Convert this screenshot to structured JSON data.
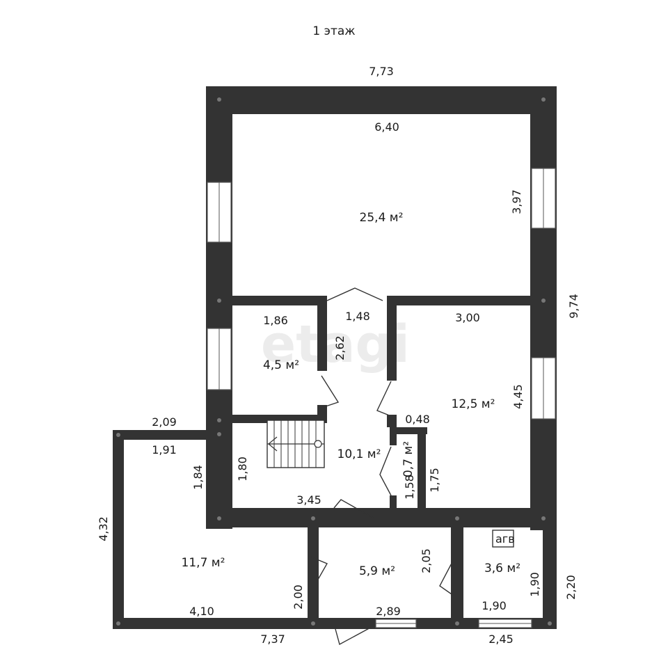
{
  "plan": {
    "title": "1 этаж",
    "watermark": "etagi",
    "boiler_label": "агв",
    "dimensions": {
      "top_outer": "7,73",
      "living_width": "6,40",
      "living_height": "3,97",
      "right_outer": "9,74",
      "small_room_width": "1,86",
      "corridor_width": "1,48",
      "corridor_height": "2,62",
      "bedroom_width": "3,00",
      "bedroom_height": "4,45",
      "closet_width": "0,48",
      "closet_height": "1,58",
      "closet_depth": "1,75",
      "stair_height": "1,80",
      "hall_width": "3,45",
      "left_room_top_outer": "2,09",
      "left_room_inner_top": "1,91",
      "left_room_side": "1,84",
      "left_outer": "4,32",
      "left_room_bottom": "4,10",
      "bottom_outer": "7,37",
      "vestibule_side": "2,00",
      "vestibule_width": "2,89",
      "vestibule_height": "2,05",
      "boiler_width": "1,90",
      "boiler_height": "1,90",
      "boiler_outer_width": "2,45",
      "boiler_outer_height": "2,20"
    },
    "areas": {
      "living": "25,4 м²",
      "small_room": "4,5 м²",
      "bedroom": "12,5 м²",
      "hall": "10,1 м²",
      "closet": "0,7 м²",
      "left_room": "11,7 м²",
      "vestibule": "5,9 м²",
      "boiler": "3,6 м²"
    }
  }
}
